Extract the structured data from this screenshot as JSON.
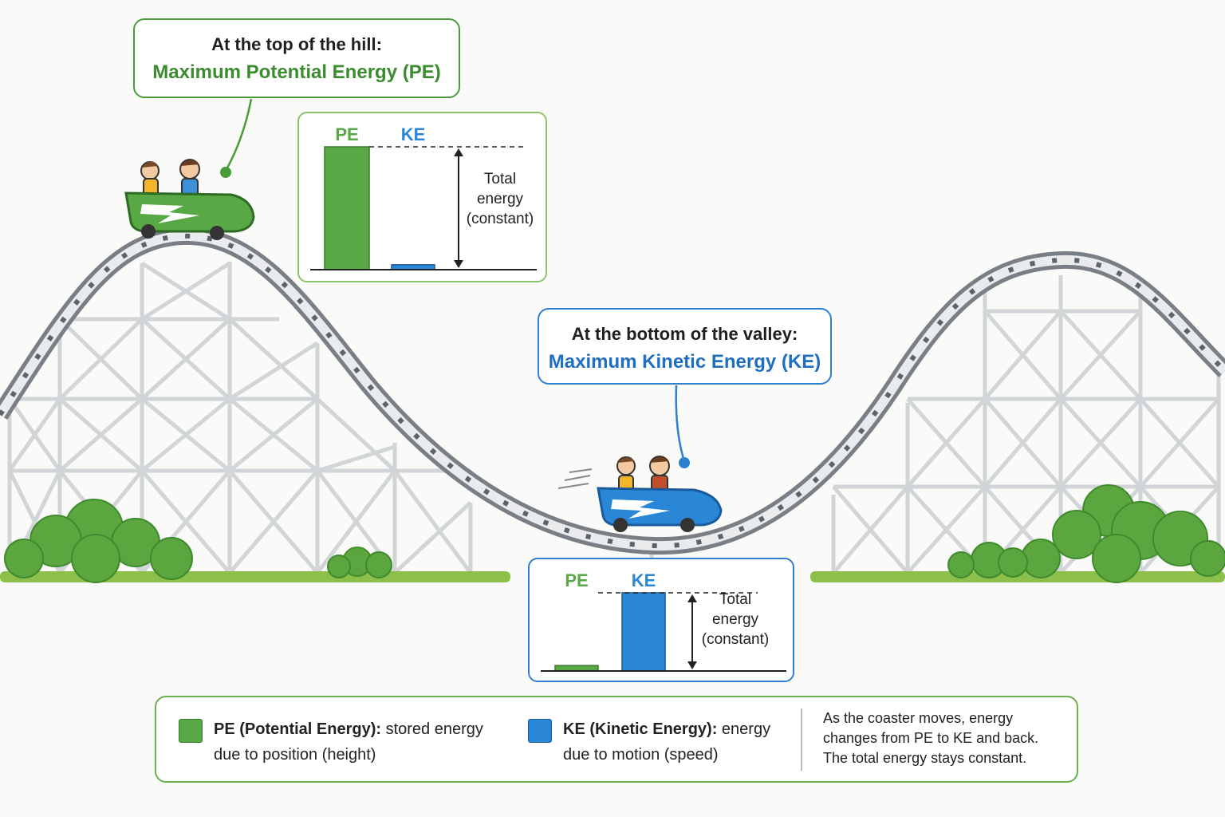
{
  "callouts": {
    "top_line1": "At the top of the hill:",
    "top_line2": "Maximum Potential Energy (PE)",
    "bottom_line1": "At the bottom of the valley:",
    "bottom_line2": "Maximum Kinetic Energy (KE)"
  },
  "chart_data": [
    {
      "type": "bar",
      "categories": [
        "PE",
        "KE"
      ],
      "values": [
        1.0,
        0.04
      ],
      "annotation": [
        "Total",
        "energy",
        "(constant)"
      ]
    },
    {
      "type": "bar",
      "categories": [
        "PE",
        "KE"
      ],
      "values": [
        0.07,
        1.0
      ],
      "annotation": [
        "Total",
        "energy",
        "(constant)"
      ]
    }
  ],
  "legend": {
    "pe_term": "PE (Potential Energy):",
    "pe_desc1": "stored energy",
    "pe_desc2": "due to position (height)",
    "ke_term": "KE (Kinetic Energy):",
    "ke_desc1": "energy",
    "ke_desc2": "due to motion (speed)",
    "note": [
      "As the coaster moves, energy",
      "changes from PE to KE and back.",
      "The total energy stays constant."
    ]
  },
  "colors": {
    "pe": "#58a846",
    "ke": "#2a86d6",
    "track": "#7a7f86",
    "grass": "#8cc04a",
    "bush": "#5ca640"
  }
}
